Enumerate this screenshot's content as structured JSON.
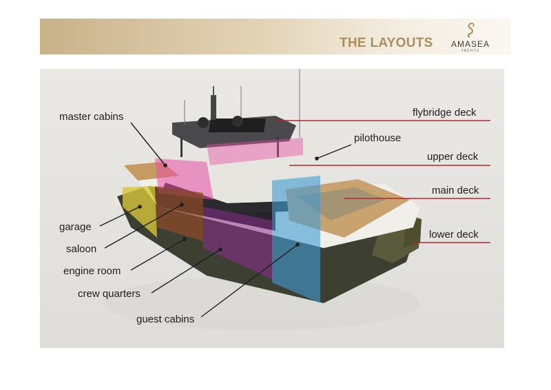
{
  "header": {
    "title": "THE LAYOUTS",
    "logo_text": "AMASEA",
    "logo_subtext": "YACHTS"
  },
  "labels_left": {
    "master_cabins": "master cabins",
    "garage": "garage",
    "saloon": "saloon",
    "engine_room": "engine room",
    "crew_quarters": "crew quarters",
    "guest_cabins": "guest cabins"
  },
  "labels_right": {
    "flybridge_deck": "flybridge deck",
    "pilothouse": "pilothouse",
    "upper_deck": "upper deck",
    "main_deck": "main deck",
    "lower_deck": "lower deck"
  },
  "colors": {
    "header_gold": "#a88f5c",
    "callout_red": "#b5242f",
    "callout_black": "#1e1e1e",
    "zone_pink": "#e84fa8",
    "zone_blue": "#3f9bd6",
    "zone_yellow": "#d6c63a",
    "zone_purple": "#8b2e8c",
    "zone_brown": "#8b4a2a"
  }
}
